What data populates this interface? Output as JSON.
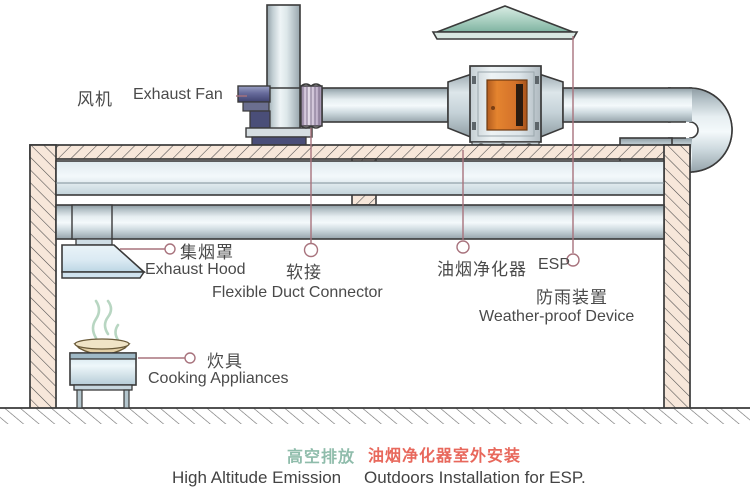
{
  "diagram": {
    "title_caption": {
      "left_cn": "高空排放",
      "left_en": "High Altitude Emission",
      "right_cn": "油烟净化器室外安装",
      "right_en": "Outdoors Installation for ESP.",
      "left_color": "#8fbcab",
      "right_color": "#e8685c"
    },
    "callouts": [
      {
        "id": "exhaust-fan",
        "cn": "风机",
        "en": "Exhaust Fan"
      },
      {
        "id": "exhaust-hood",
        "cn": "集烟罩",
        "en": "Exhaust Hood"
      },
      {
        "id": "flexible-duct",
        "cn": "软接",
        "en": "Flexible Duct Connector"
      },
      {
        "id": "esp",
        "cn": "油烟净化器",
        "en": "ESP"
      },
      {
        "id": "weather-proof",
        "cn": "防雨装置",
        "en": "Weather-proof Device"
      },
      {
        "id": "cooking-appliance",
        "cn": "炊具",
        "en": "Cooking Appliances"
      }
    ],
    "colors": {
      "leader_line": "#a8737d",
      "duct_metal": "#b9c6cb",
      "wall_hatch": "#f2dfd0",
      "outline": "#3a3a3a",
      "weather_cap": "#a8ccc0",
      "esp_door": "#d2702a",
      "fan_motor": "#6a6d9e",
      "steam": "#bcd8c4"
    },
    "parts": {
      "weather_cap": "weather-proof-cap",
      "esp_unit": "esp-purifier-unit",
      "exhaust_fan": "exhaust-fan-unit",
      "flex_connector": "flexible-duct-bellows",
      "rooftop_duct": "rooftop-duct",
      "ceiling_duct": "ceiling-duct",
      "hood": "exhaust-hood-canopy",
      "stove": "cooking-range",
      "wok": "wok-pan",
      "building": "building-section"
    }
  }
}
